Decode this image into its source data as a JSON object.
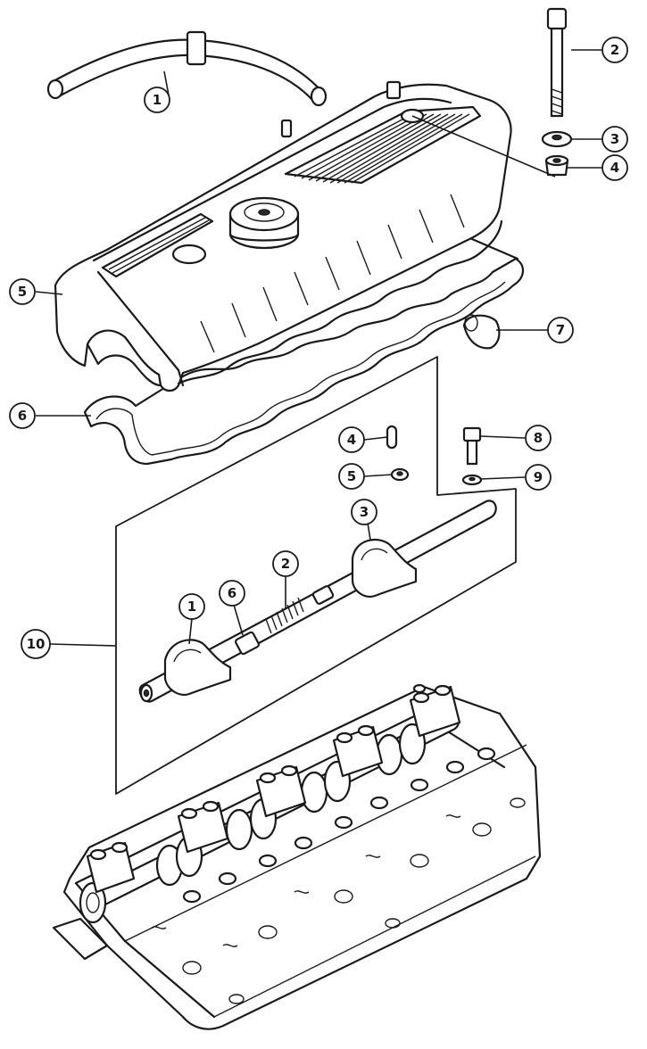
{
  "callouts": {
    "top_breather_hose": "1",
    "top_cover_bolt": "2",
    "top_washer": "3",
    "top_grommet": "4",
    "top_cover": "5",
    "top_gasket": "6",
    "top_plug": "7",
    "top_bolt": "8",
    "top_bolt_washer": "9",
    "top_rocker_assembly": "10",
    "inner_pin": "4",
    "inner_nut": "5",
    "inner_rocker_arm_right": "3",
    "inner_spring": "2",
    "inner_rocker_arm_left": "1",
    "inner_collar": "6"
  }
}
